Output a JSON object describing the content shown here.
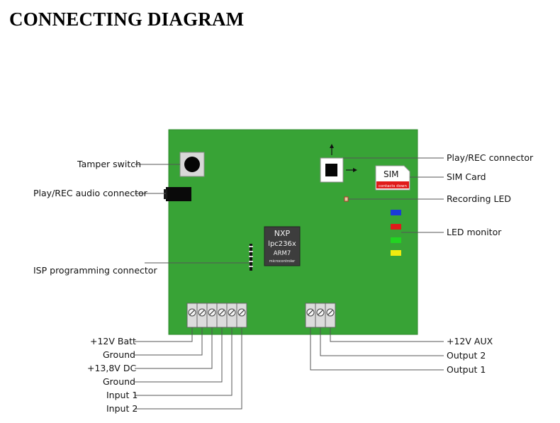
{
  "title": "CONNECTING DIAGRAM",
  "board": {
    "chip": {
      "line1": "NXP",
      "line2": "lpc236x",
      "line3": "ARM7",
      "line4": "microcontroler"
    },
    "sim": {
      "label": "SIM",
      "sublabel": "contacts down"
    }
  },
  "labels": {
    "tamper_switch": "Tamper switch",
    "play_rec_audio": "Play/REC audio connector",
    "isp": "ISP programming connector",
    "play_rec_connector": "Play/REC connector",
    "sim_card": "SIM Card",
    "recording_led": "Recording LED",
    "led_monitor": "LED monitor"
  },
  "left_terminals": [
    "+12V Batt",
    "Ground",
    "+13,8V DC",
    "Ground",
    "Input 1",
    "Input 2"
  ],
  "right_terminals": [
    "+12V AUX",
    "Output 2",
    "Output 1"
  ],
  "led_colors": [
    "#1a3cd8",
    "#e01a1a",
    "#22d422",
    "#f0ea10"
  ]
}
